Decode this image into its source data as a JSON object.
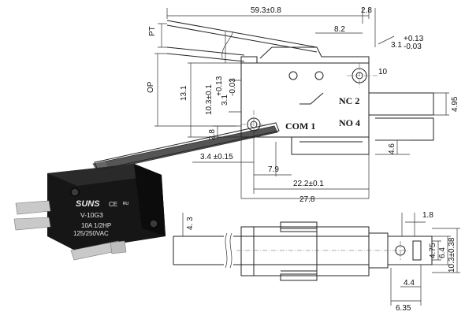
{
  "dimensions": {
    "total_length": "59.3±0.8",
    "tab_offset": "2.8",
    "lever_offset": "8.2",
    "hole_dia_main": "3.1",
    "hole_dia_tol_upper": "+0.13",
    "hole_dia_tol_lower": "-0.03",
    "pin_ten": "10",
    "height_13_1": "13.1",
    "height_10_3": "10.3±0.1",
    "hole_side_main": "3.1",
    "hole_side_tol_upper": "+0.13",
    "hole_side_tol_lower": "-0.03",
    "terminal_4_95": "4.95",
    "terminal_4_6": "4.6",
    "side_2_8": "2.8",
    "left_3_4": "3.4 ±0.15",
    "width_7_9": "7.9",
    "width_22_2": "22.2±0.1",
    "width_27_8": "27.8",
    "pt": "PT",
    "op": "OP",
    "bottom_4_3": "4. 3",
    "bottom_1_8": "1.8",
    "bottom_4_75": "4.75",
    "bottom_6_4": "6.4",
    "bottom_10_3": "10.3±0.38",
    "bottom_4_4": "4.4",
    "bottom_6_35": "6.35"
  },
  "terminals": {
    "nc": "NC 2",
    "no": "NO 4",
    "com": "COM 1"
  },
  "product": {
    "brand": "SUNS",
    "model": "V-10G3",
    "rating1": "10A 1/2HP",
    "rating2": "125/250VAC"
  }
}
